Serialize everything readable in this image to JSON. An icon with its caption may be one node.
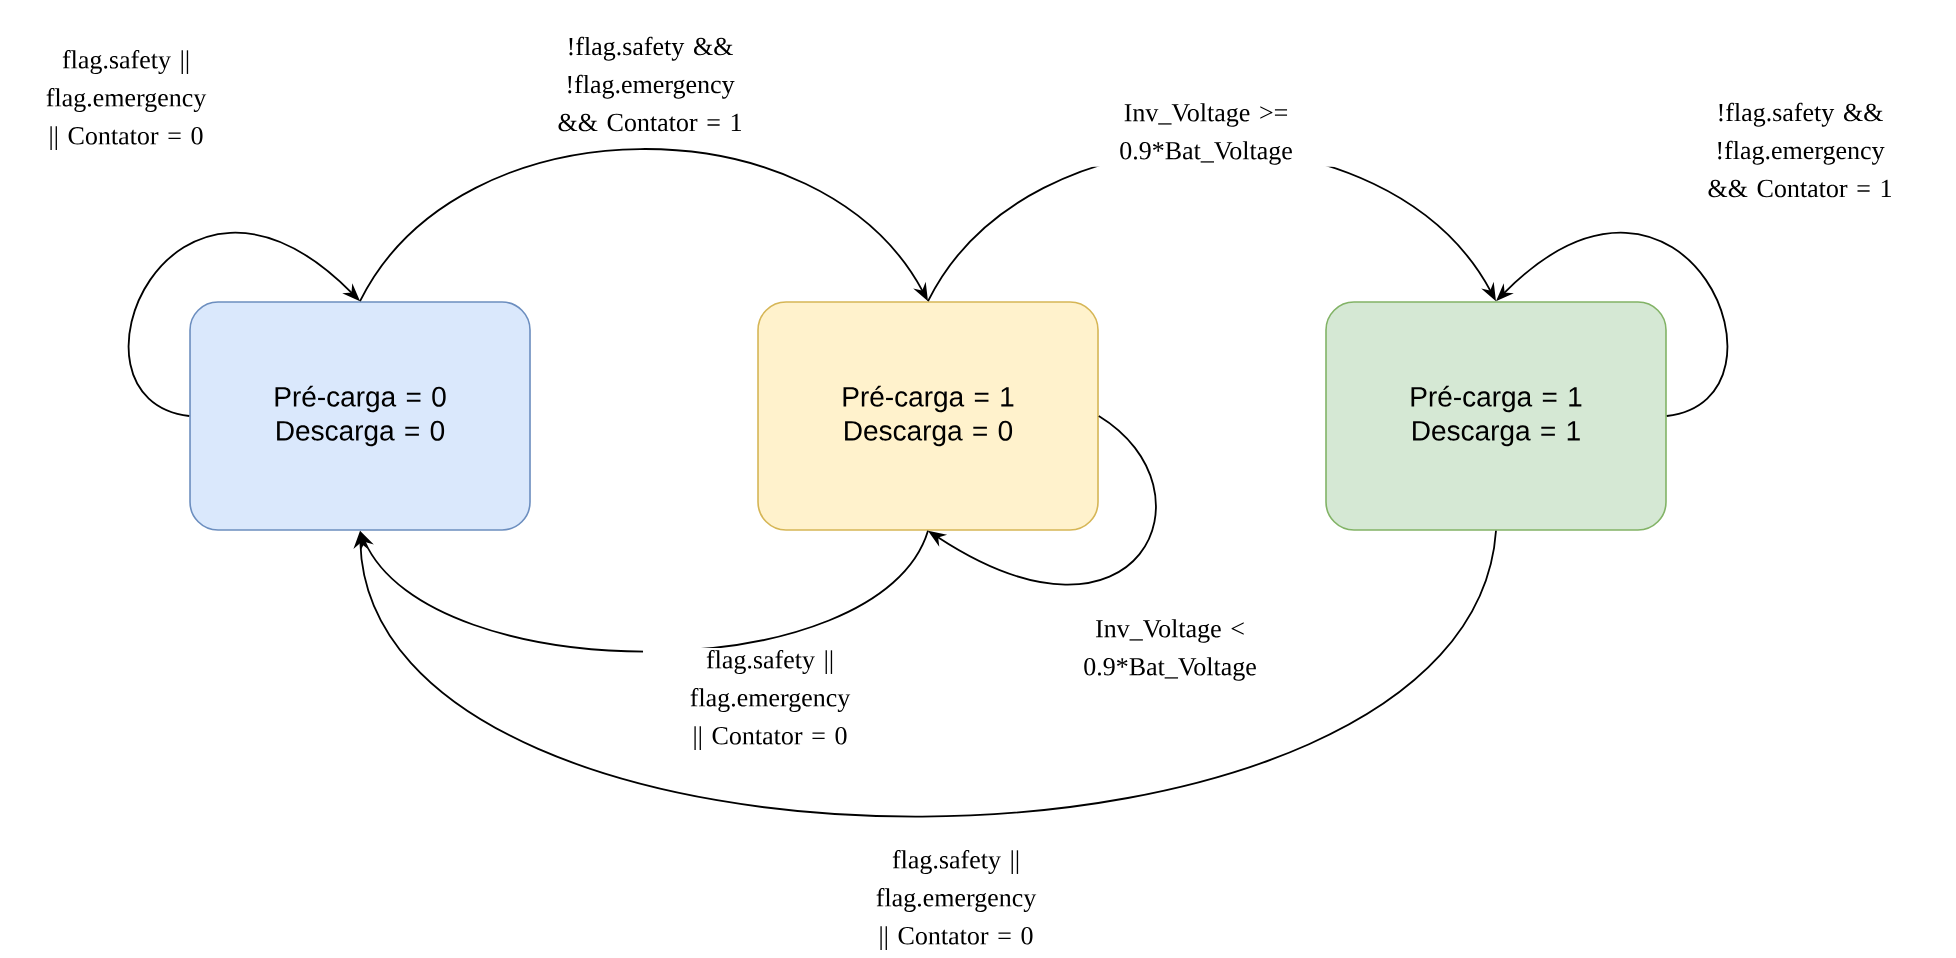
{
  "diagram": {
    "nodes": [
      {
        "text": [
          "Pré-carga = 0 Descarga = 0"
        ]
      },
      {
        "text": [
          "Pré-carga = 1 Descarga = 0"
        ]
      },
      {
        "text": [
          "Pré-carga = 1 Descarga = 1"
        ]
      }
    ],
    "edges": [
      {
        "from": 0,
        "to": 0,
        "arrow": "to",
        "label": "flag.safety || flag.emergency || Contator = 0"
      },
      {
        "from": 0,
        "to": 1,
        "arrow": "to",
        "label": "!flag.safety && !flag.emergency && Contator = 1"
      },
      {
        "from": 1,
        "to": 2,
        "arrow": "to",
        "label": "Inv_Voltage >= 0.9*Bat_Voltage"
      },
      {
        "from": 2,
        "to": 2,
        "arrow": "to",
        "label": "!flag.safety && !flag.emergency && Contator = 1"
      },
      {
        "from": 1,
        "to": 1,
        "arrow": "to",
        "label": "Inv_Voltage < 0.9*Bat_Voltage"
      },
      {
        "from": 1,
        "to": 0,
        "arrow": "to",
        "label": "flag.safety || flag.emergency || Contator = 0"
      },
      {
        "from": 2,
        "to": 0,
        "arrow": "to",
        "label": "flag.safety || flag.emergency || Contator = 0"
      }
    ]
  }
}
